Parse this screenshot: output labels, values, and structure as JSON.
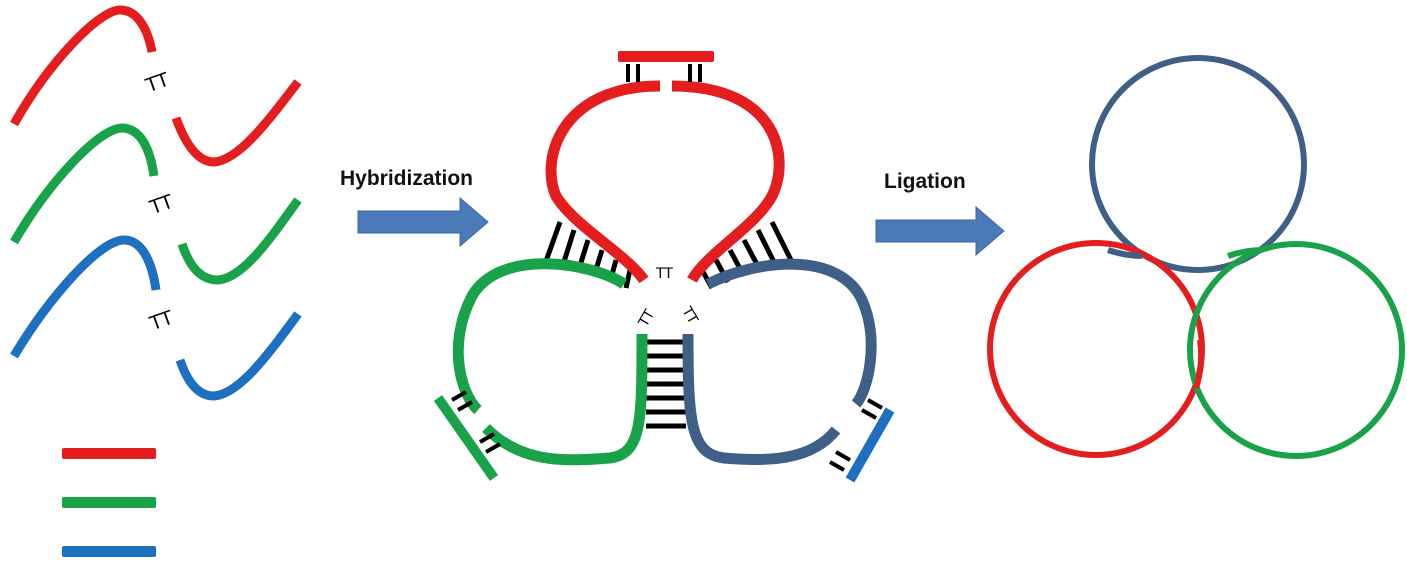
{
  "labels": {
    "step1": "Hybridization",
    "step2": "Ligation"
  },
  "linker_text": "TT",
  "colors": {
    "red": "#e41e1e",
    "green": "#1aa24a",
    "blue": "#1d6fbf",
    "slate": "#3f5f86",
    "arrow": "#4a7ab8",
    "bond": "#000000"
  },
  "strands": [
    "red",
    "green",
    "blue"
  ],
  "splints": [
    "red",
    "green",
    "blue"
  ],
  "rings": [
    "slate",
    "red",
    "green"
  ]
}
